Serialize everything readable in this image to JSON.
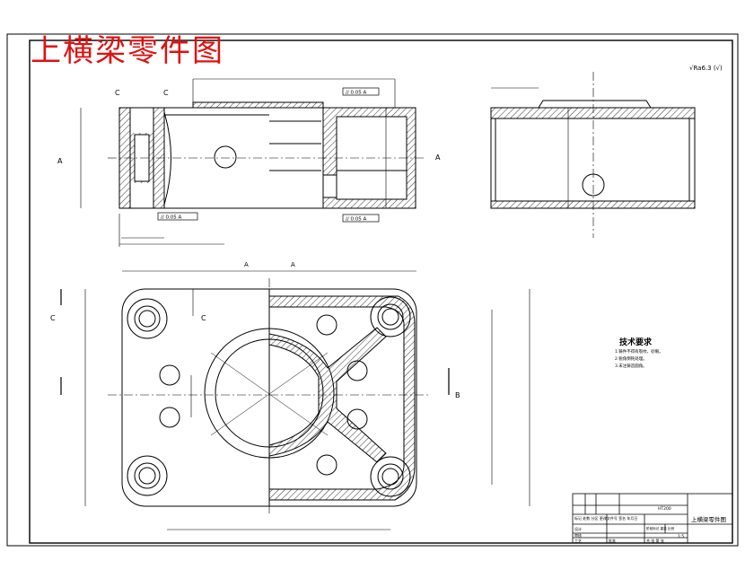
{
  "title": "上横梁零件图",
  "roughness_note": "√Ra6.3 (√)",
  "section_labels": {
    "c": "C",
    "a": "A",
    "b": "B"
  },
  "tolerance_frames": {
    "top_parallel": "// 0.05 A",
    "bottom_parallel_left": "// 0.05 A",
    "bottom_parallel_right": "// 0.05 A"
  },
  "tech_requirements": {
    "heading": "技术要求",
    "items": [
      "1.铸件不得有裂纹、砂眼。",
      "2.锐角倒钝处理。",
      "3.未注铸造圆角。"
    ]
  },
  "title_block": {
    "part_name": "上横梁零件图",
    "material": "HT200",
    "scale": "1:5",
    "design_label": "设计",
    "check_label": "审核",
    "process_label": "工艺",
    "approve_label": "批准",
    "marks_row": "标记 处数 分区 更改文件号 签名 年月日",
    "stage_row": "阶段标记 重量 比例",
    "sheet_row": "共 张 第 张"
  }
}
